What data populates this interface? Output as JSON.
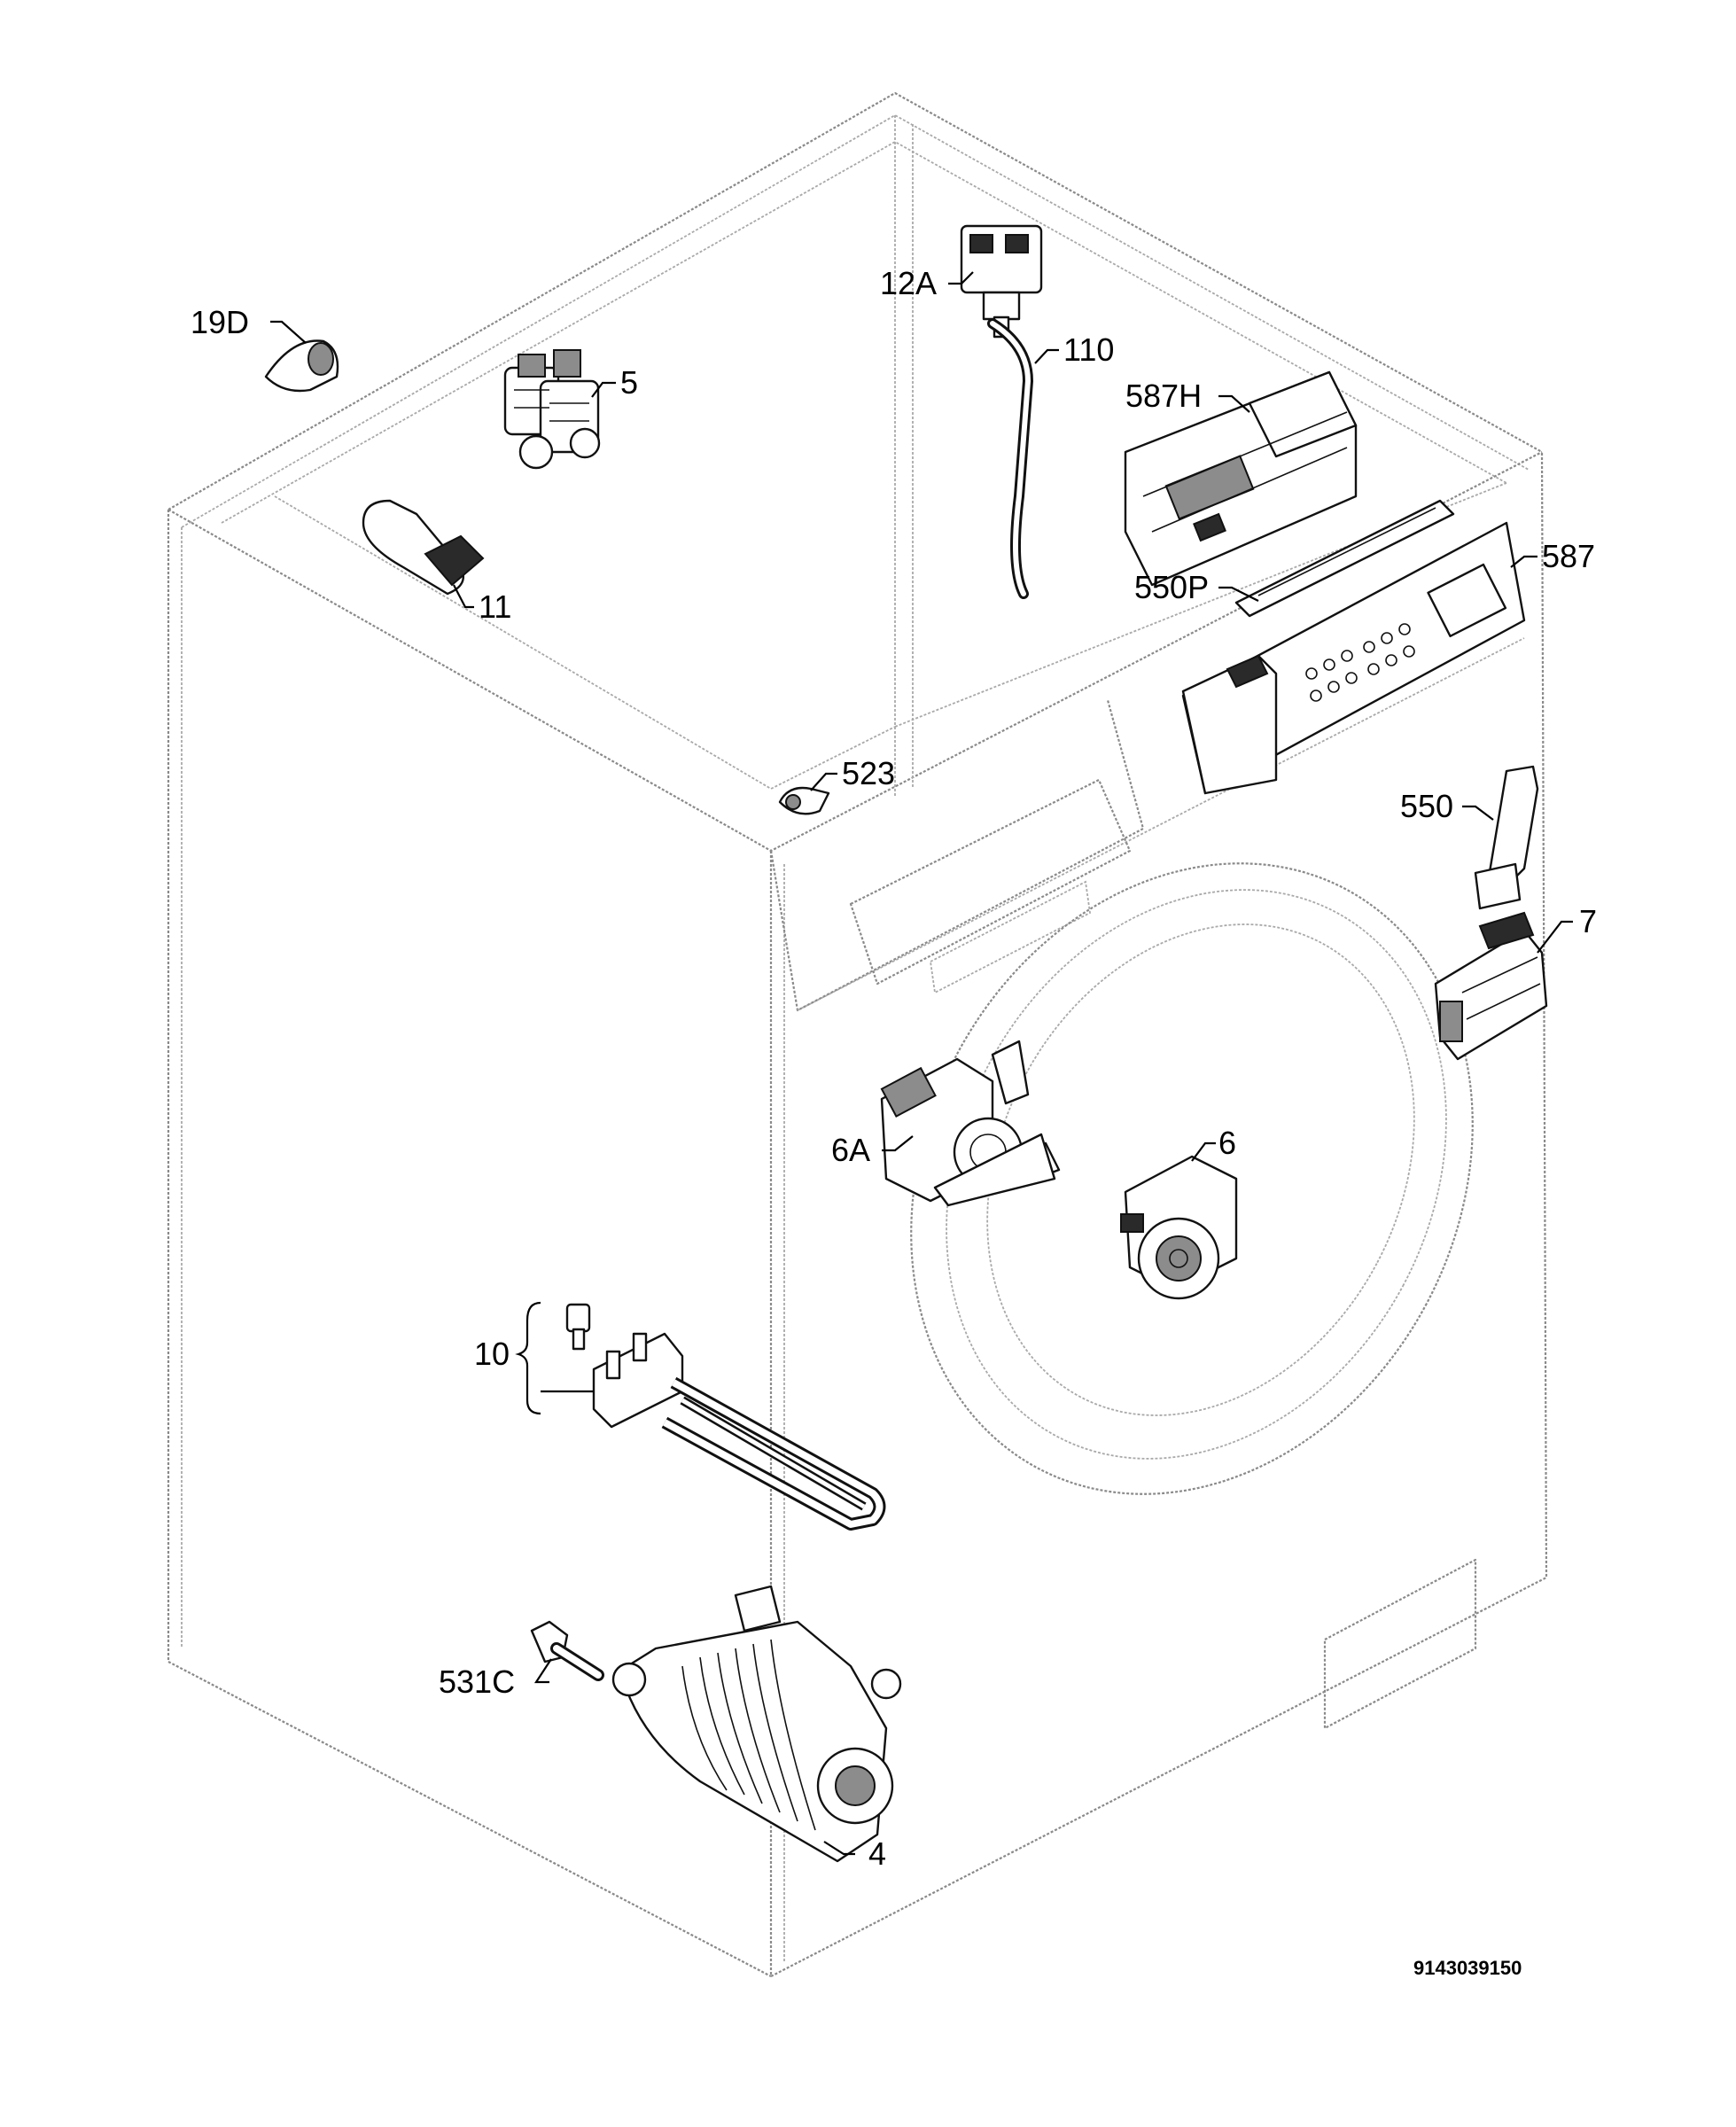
{
  "diagram": {
    "part_labels": {
      "p19d": "19D",
      "p5": "5",
      "p11": "11",
      "p12a": "12A",
      "p110": "110",
      "p587h": "587H",
      "p587": "587",
      "p550p": "550P",
      "p523": "523",
      "p550": "550",
      "p7": "7",
      "p6a": "6A",
      "p6": "6",
      "p10": "10",
      "p531c": "531C",
      "p4": "4"
    },
    "drawing_code": "9143039150"
  },
  "colors": {
    "line": "#111111",
    "outline": "#8a8a8a",
    "background": "#ffffff"
  }
}
